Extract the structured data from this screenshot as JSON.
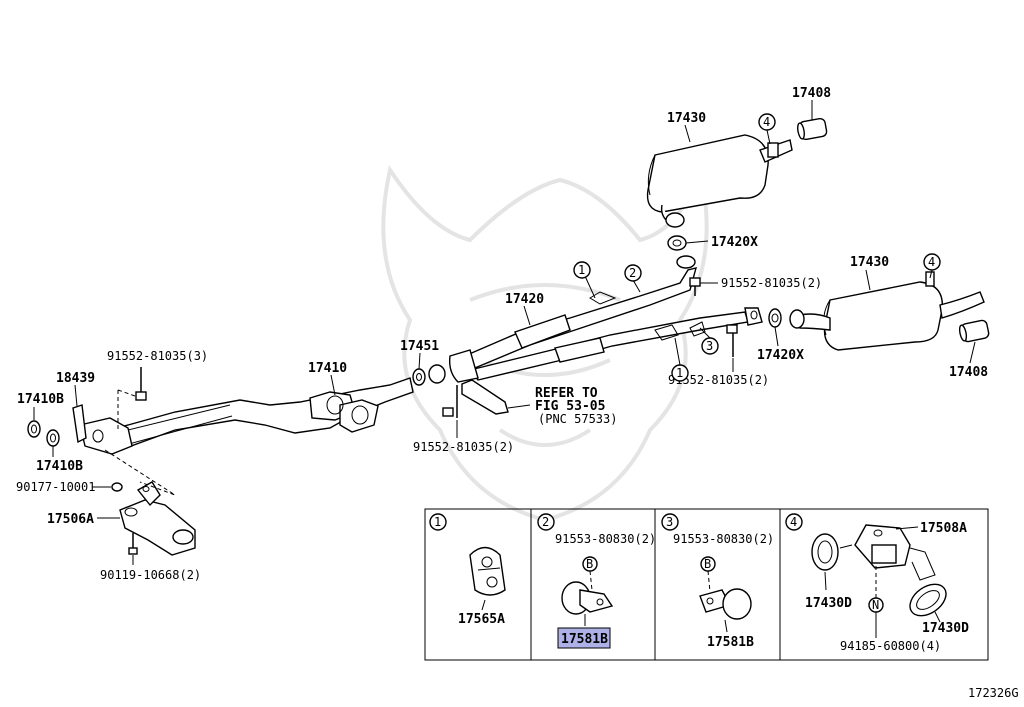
{
  "diagram": {
    "figure_code": "172326G",
    "reference_note": {
      "line1": "REFER TO",
      "line2": "FIG 53-05",
      "line3": "(PNC 57533)"
    },
    "labels": {
      "p17408_top": "17408",
      "p17430_top": "17430",
      "p17420X_top": "17420X",
      "bolt_91552_top": "91552-81035(2)",
      "p17430_right": "17430",
      "p17420": "17420",
      "p17451": "17451",
      "p17410": "17410",
      "bolt_91552_left": "91552-81035(3)",
      "p18439": "18439",
      "p17410B_top": "17410B",
      "p17410B_bottom": "17410B",
      "p90177": "90177-10001",
      "p17506A": "17506A",
      "p90119": "90119-10668(2)",
      "bolt_91552_mid": "91552-81035(2)",
      "p17420X_right": "17420X",
      "bolt_91552_right": "91552-81035(2)",
      "p17408_right": "17408"
    },
    "callouts": {
      "c1": "1",
      "c2": "2",
      "c3": "3",
      "c4": "4"
    },
    "detail_panels": [
      {
        "number": "1",
        "part": "17565A"
      },
      {
        "number": "2",
        "part": "17581B",
        "bolt": "91553-80830(2)",
        "marker": "B",
        "highlighted": true
      },
      {
        "number": "3",
        "part": "17581B",
        "bolt": "91553-80830(2)",
        "marker": "B"
      },
      {
        "number": "4",
        "part_top": "17508A",
        "part_left": "17430D",
        "part_right": "17430D",
        "nut": "94185-60800(4)",
        "marker": "N"
      }
    ],
    "highlight_color": "#aeb1e8"
  }
}
